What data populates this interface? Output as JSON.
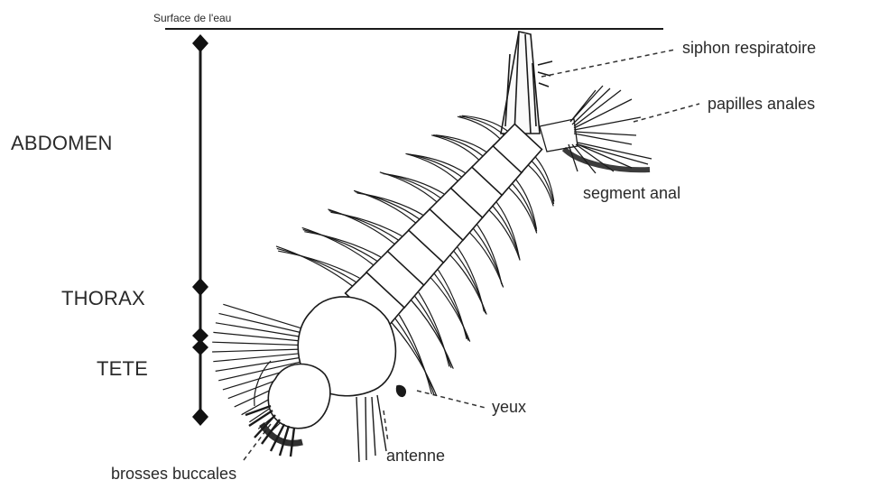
{
  "diagram": {
    "water_surface_label": "Surface de l'eau",
    "regions": {
      "abdomen": "ABDOMEN",
      "thorax": "THORAX",
      "head": "TETE"
    },
    "parts": {
      "respiratory_siphon": "siphon respiratoire",
      "anal_papillae": "papilles anales",
      "anal_segment": "segment anal",
      "eyes": "yeux",
      "antenna": "antenne",
      "mouth_brushes": "brosses buccales"
    },
    "colors": {
      "ink": "#1a1a1a",
      "text": "#2a2a2a",
      "background": "#ffffff"
    }
  }
}
